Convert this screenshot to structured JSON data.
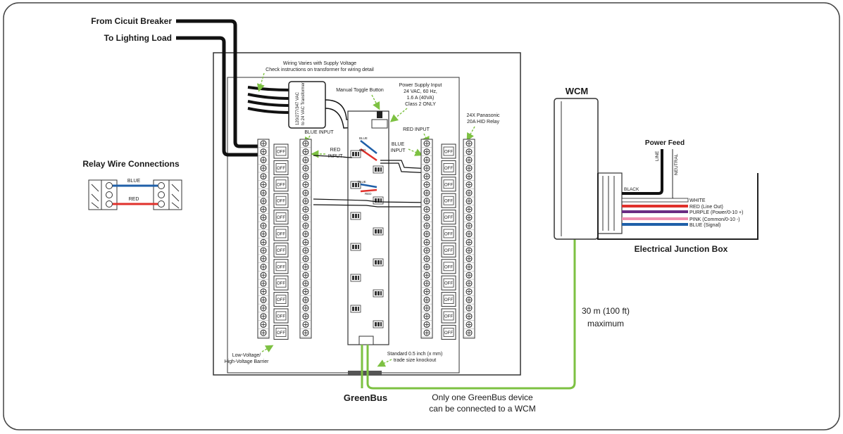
{
  "labels": {
    "from_breaker": "From Cicuit Breaker",
    "to_load": "To Lighting Load",
    "relay_wire_title": "Relay Wire Connections",
    "relay_blue": "BLUE",
    "relay_red": "RED",
    "wiring_note_1": "Wiring Varies with Supply Voltage",
    "wiring_note_2": "Check instructions on transformer for wiring detail",
    "transformer_1": "120/277/347 VAC",
    "transformer_2": "to 24 VAC Transformer",
    "manual_toggle": "Manual Toggle Button",
    "psu_1": "Power Supply Input",
    "psu_2": "24 VAC, 60 Hz,",
    "psu_3": "1.6 A (40VA)",
    "psu_4": "Class 2 ONLY",
    "relay_spec_1": "24X Panasonic",
    "relay_spec_2": "20A HID Relay",
    "blue_input_left": "BLUE INPUT",
    "red_input_left_1": "RED",
    "red_input_left_2": "INPUT",
    "red_input_right": "RED INPUT",
    "blue_input_right_1": "BLUE",
    "blue_input_right_2": "INPUT",
    "barrier_1": "Low-Voltage/",
    "barrier_2": "High-Voltage Barrier",
    "knockout_1": "Standard 0.5 inch (x mm)",
    "knockout_2": "trade size knockout",
    "greenbus": "GreenBus",
    "greenbus_note_1": "Only one GreenBus device",
    "greenbus_note_2": "can be connected to a WCM",
    "wcm": "WCM",
    "distance_1": "30 m (100 ft)",
    "distance_2": "maximum",
    "power_feed": "Power Feed",
    "line": "LINE",
    "neutral": "NEUTRAL",
    "black": "BLACK",
    "white": "WHITE",
    "wire_red": "RED (Line Out)",
    "wire_purple": "PURPLE (Power/0-10 +)",
    "wire_pink": "PINK (Common/0-10 -)",
    "wire_blue": "BLUE (Signal)",
    "junction_box": "Electrical Junction Box",
    "off": "OFF",
    "mini_blue": "BLUE",
    "mini_red": "RED"
  },
  "colors": {
    "green_wire": "#7dc142",
    "blue_wire": "#1f5fa8",
    "red_wire": "#e0312b",
    "purple_wire": "#6b2c83",
    "pink_wire": "#f08fb1",
    "black_wire": "#111111"
  }
}
